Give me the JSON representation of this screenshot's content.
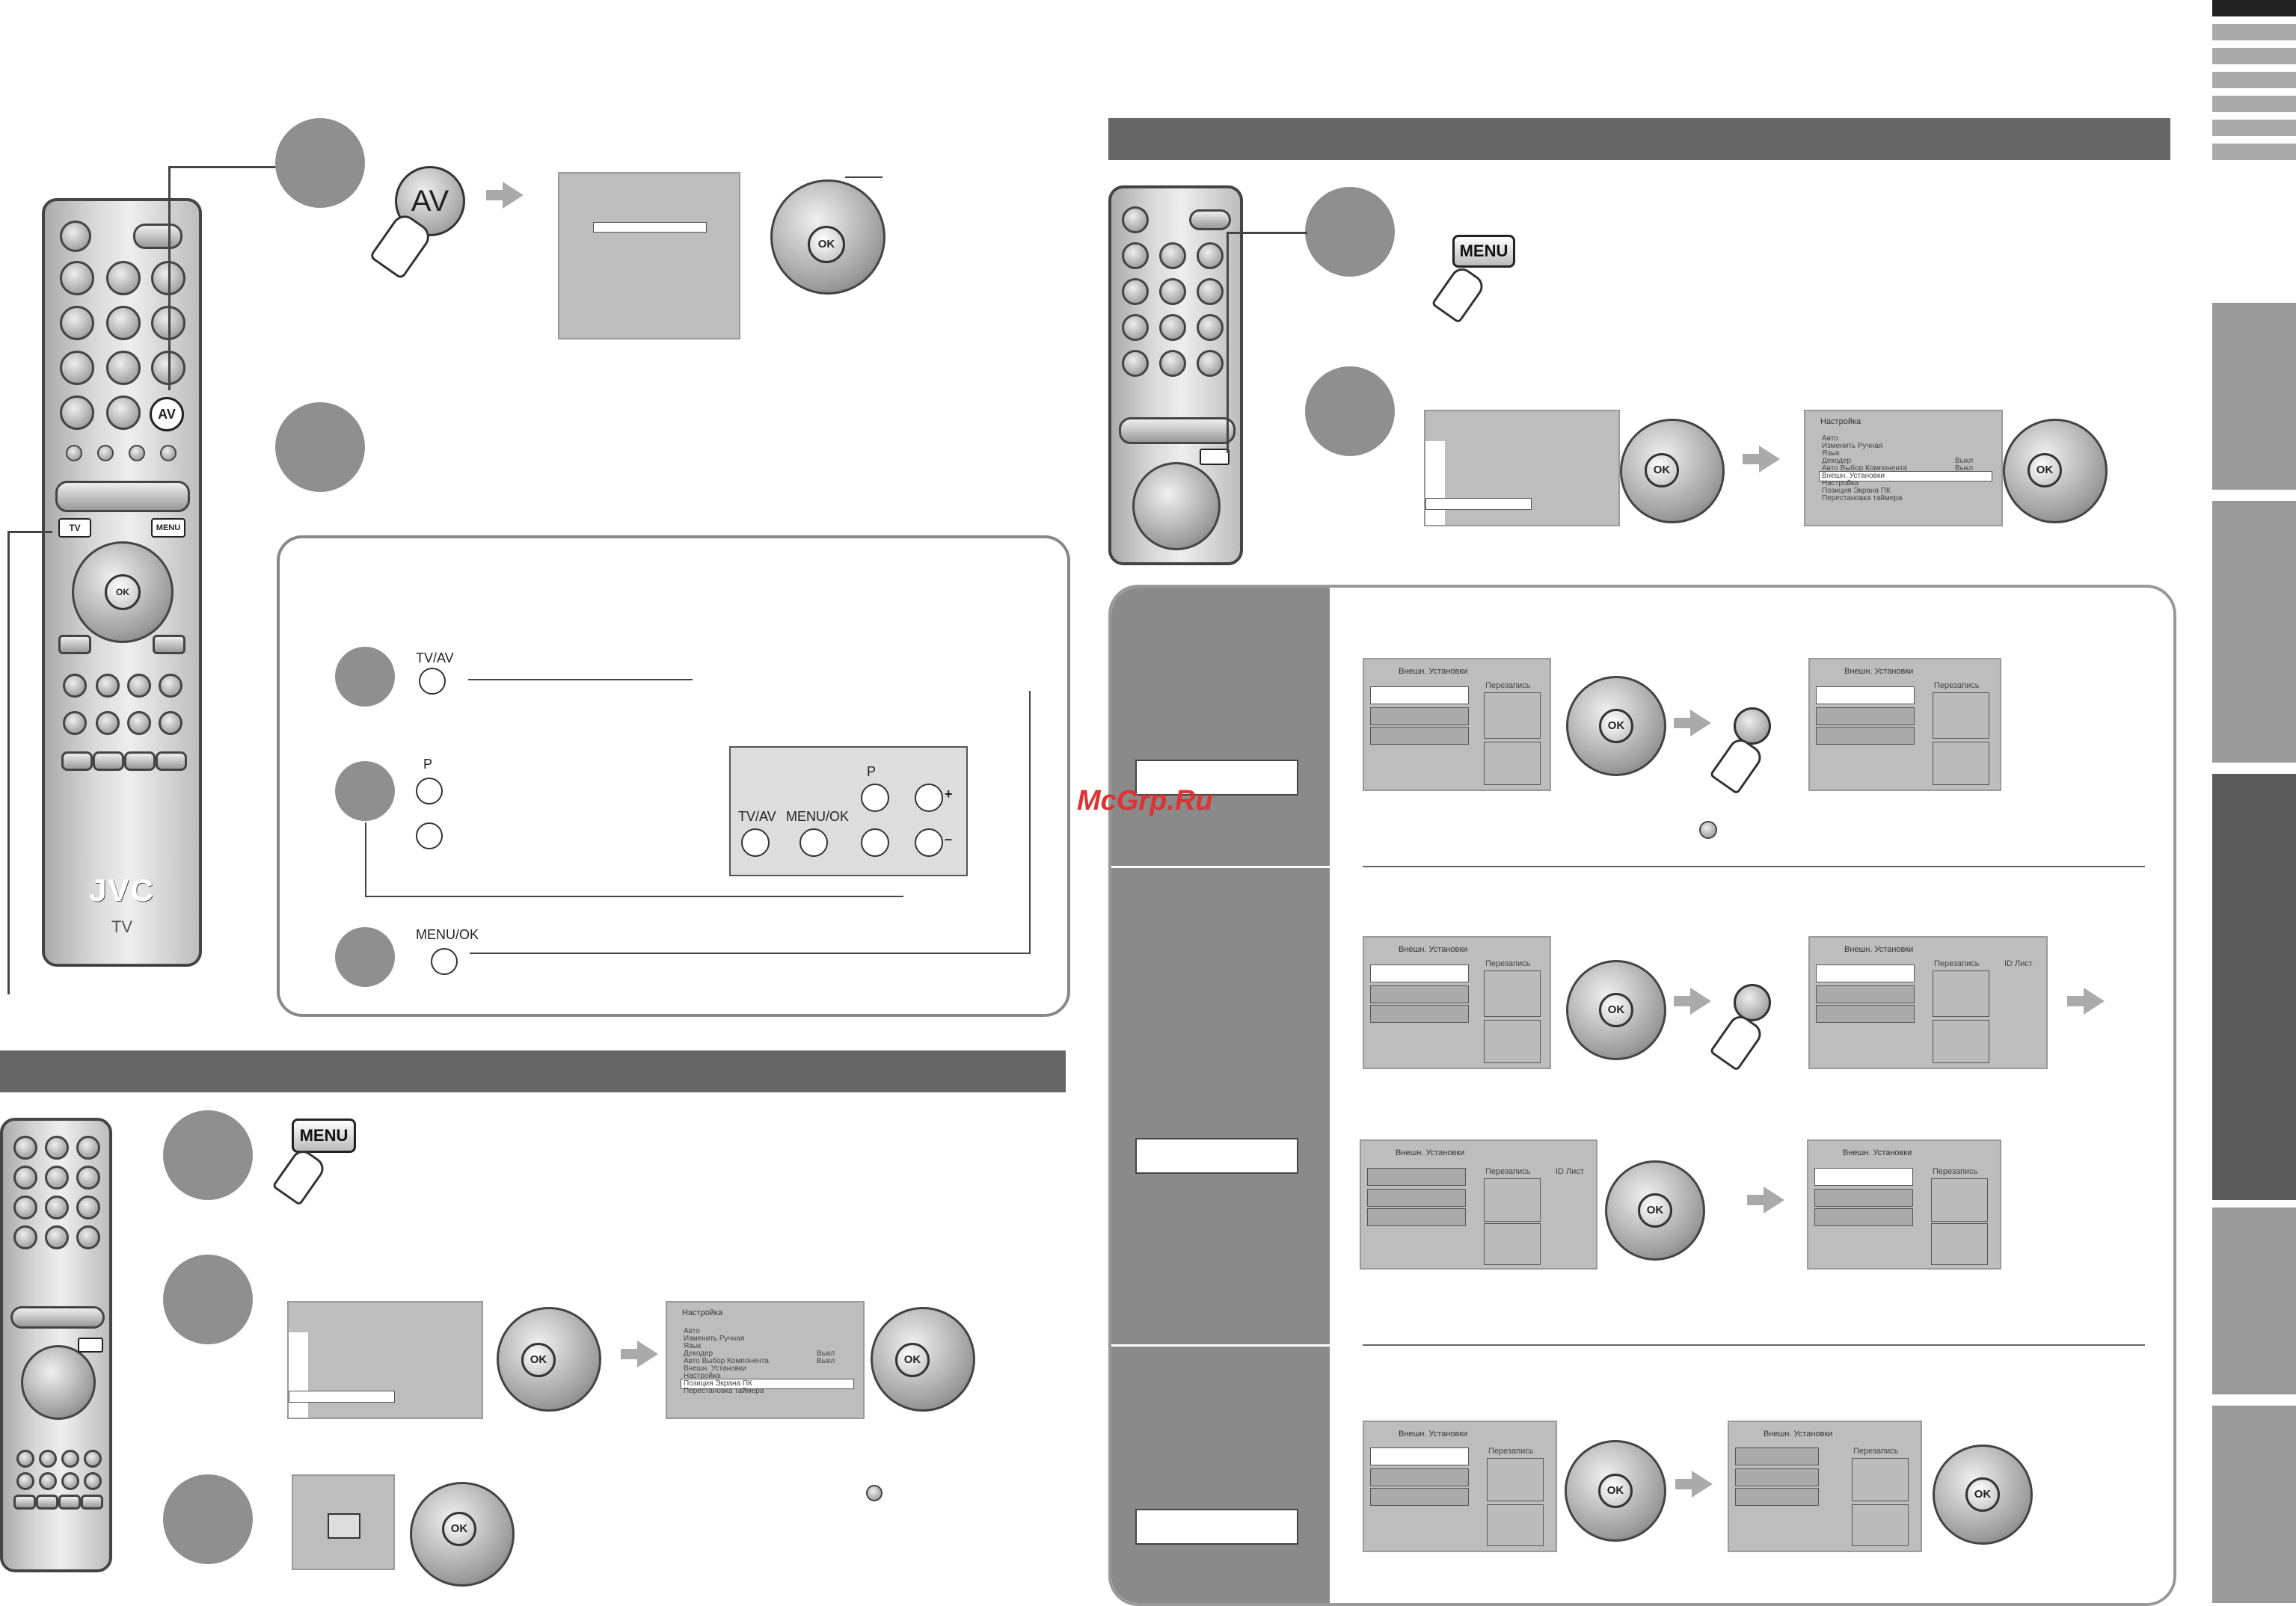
{
  "watermark": "McGrp.Ru",
  "remote_brand": {
    "logo": "JVC",
    "model": "TV"
  },
  "remote_keys": {
    "tv": "TV",
    "menu": "MENU",
    "av": "AV",
    "ok": "OK"
  },
  "av_key": "AV",
  "menu_key": "MENU",
  "tv_panel": {
    "tv_av": "TV/AV",
    "p": "P",
    "menu_ok": "MENU/OK",
    "panel_tv_av": "TV/AV",
    "panel_menu_ok": "MENU/OK",
    "panel_p": "P",
    "plus": "+",
    "minus": "–"
  },
  "settings_menu": {
    "title": "Настройка",
    "items": [
      "Авто",
      "Изменить Ручная",
      "Язык",
      "Декодер",
      "Авто Выбор Компонента",
      "Внешн. Установки",
      "Настройка",
      "Позиция Экрана ПК",
      "Перестановка таймера"
    ],
    "values": [
      "Выкл",
      "Выкл"
    ]
  },
  "ext_menu": {
    "title": "Внешн. Установки",
    "rec": "Перезапись",
    "id_list": "ID Лист"
  },
  "nav_pad_ok": "OK"
}
